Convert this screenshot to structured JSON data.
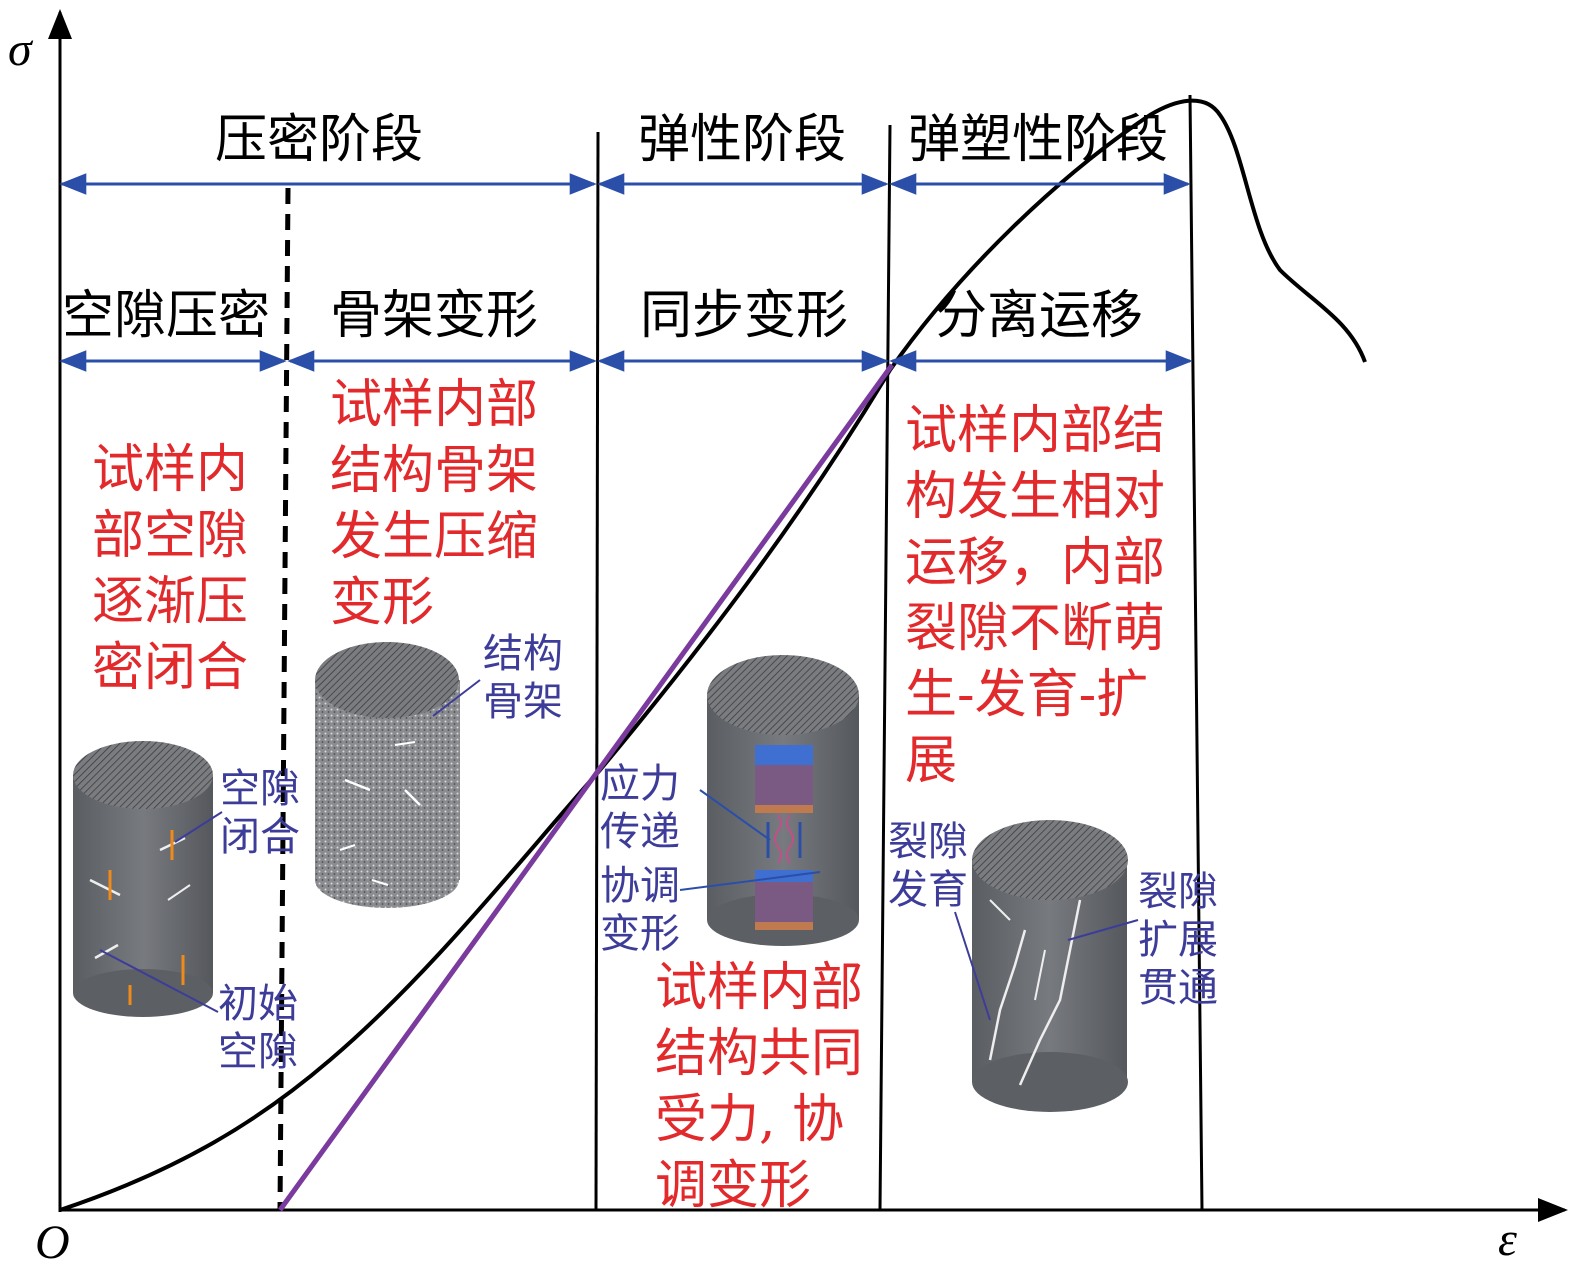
{
  "axes": {
    "y_label": "σ",
    "x_label": "ε",
    "origin_label": "O"
  },
  "stages_major": [
    "压密阶段",
    "弹性阶段",
    "弹塑性阶段"
  ],
  "stages_minor": [
    "空隙压密",
    "骨架变形",
    "同步变形",
    "分离运移"
  ],
  "descriptions": [
    [
      "试样内",
      "部空隙",
      "逐渐压",
      "密闭合"
    ],
    [
      "试样内部",
      "结构骨架",
      "发生压缩",
      "变形"
    ],
    [
      "试样内部",
      "结构共同",
      "受力, 协",
      "调变形"
    ],
    [
      "试样内部结",
      "构发生相对",
      "运移，内部",
      "裂隙不断萌",
      "生-发育-扩",
      "展"
    ]
  ],
  "callouts": {
    "void_closure": [
      "空隙",
      "闭合"
    ],
    "initial_void": [
      "初始",
      "空隙"
    ],
    "structure_skeleton": [
      "结构",
      "骨架"
    ],
    "stress_transfer": [
      "应力",
      "传递"
    ],
    "coordinated_deformation": [
      "协调",
      "变形"
    ],
    "crack_development": [
      "裂隙",
      "发育"
    ],
    "crack_propagation": [
      "裂隙",
      "扩展",
      "贯通"
    ]
  },
  "colors": {
    "curve": "#000000",
    "linear_segment": "#7a3a9e",
    "arrows": "#2b4fa8",
    "description_text": "#e2292b",
    "callout_text": "#3d3d99",
    "specimen_body": "#6b6e73"
  }
}
